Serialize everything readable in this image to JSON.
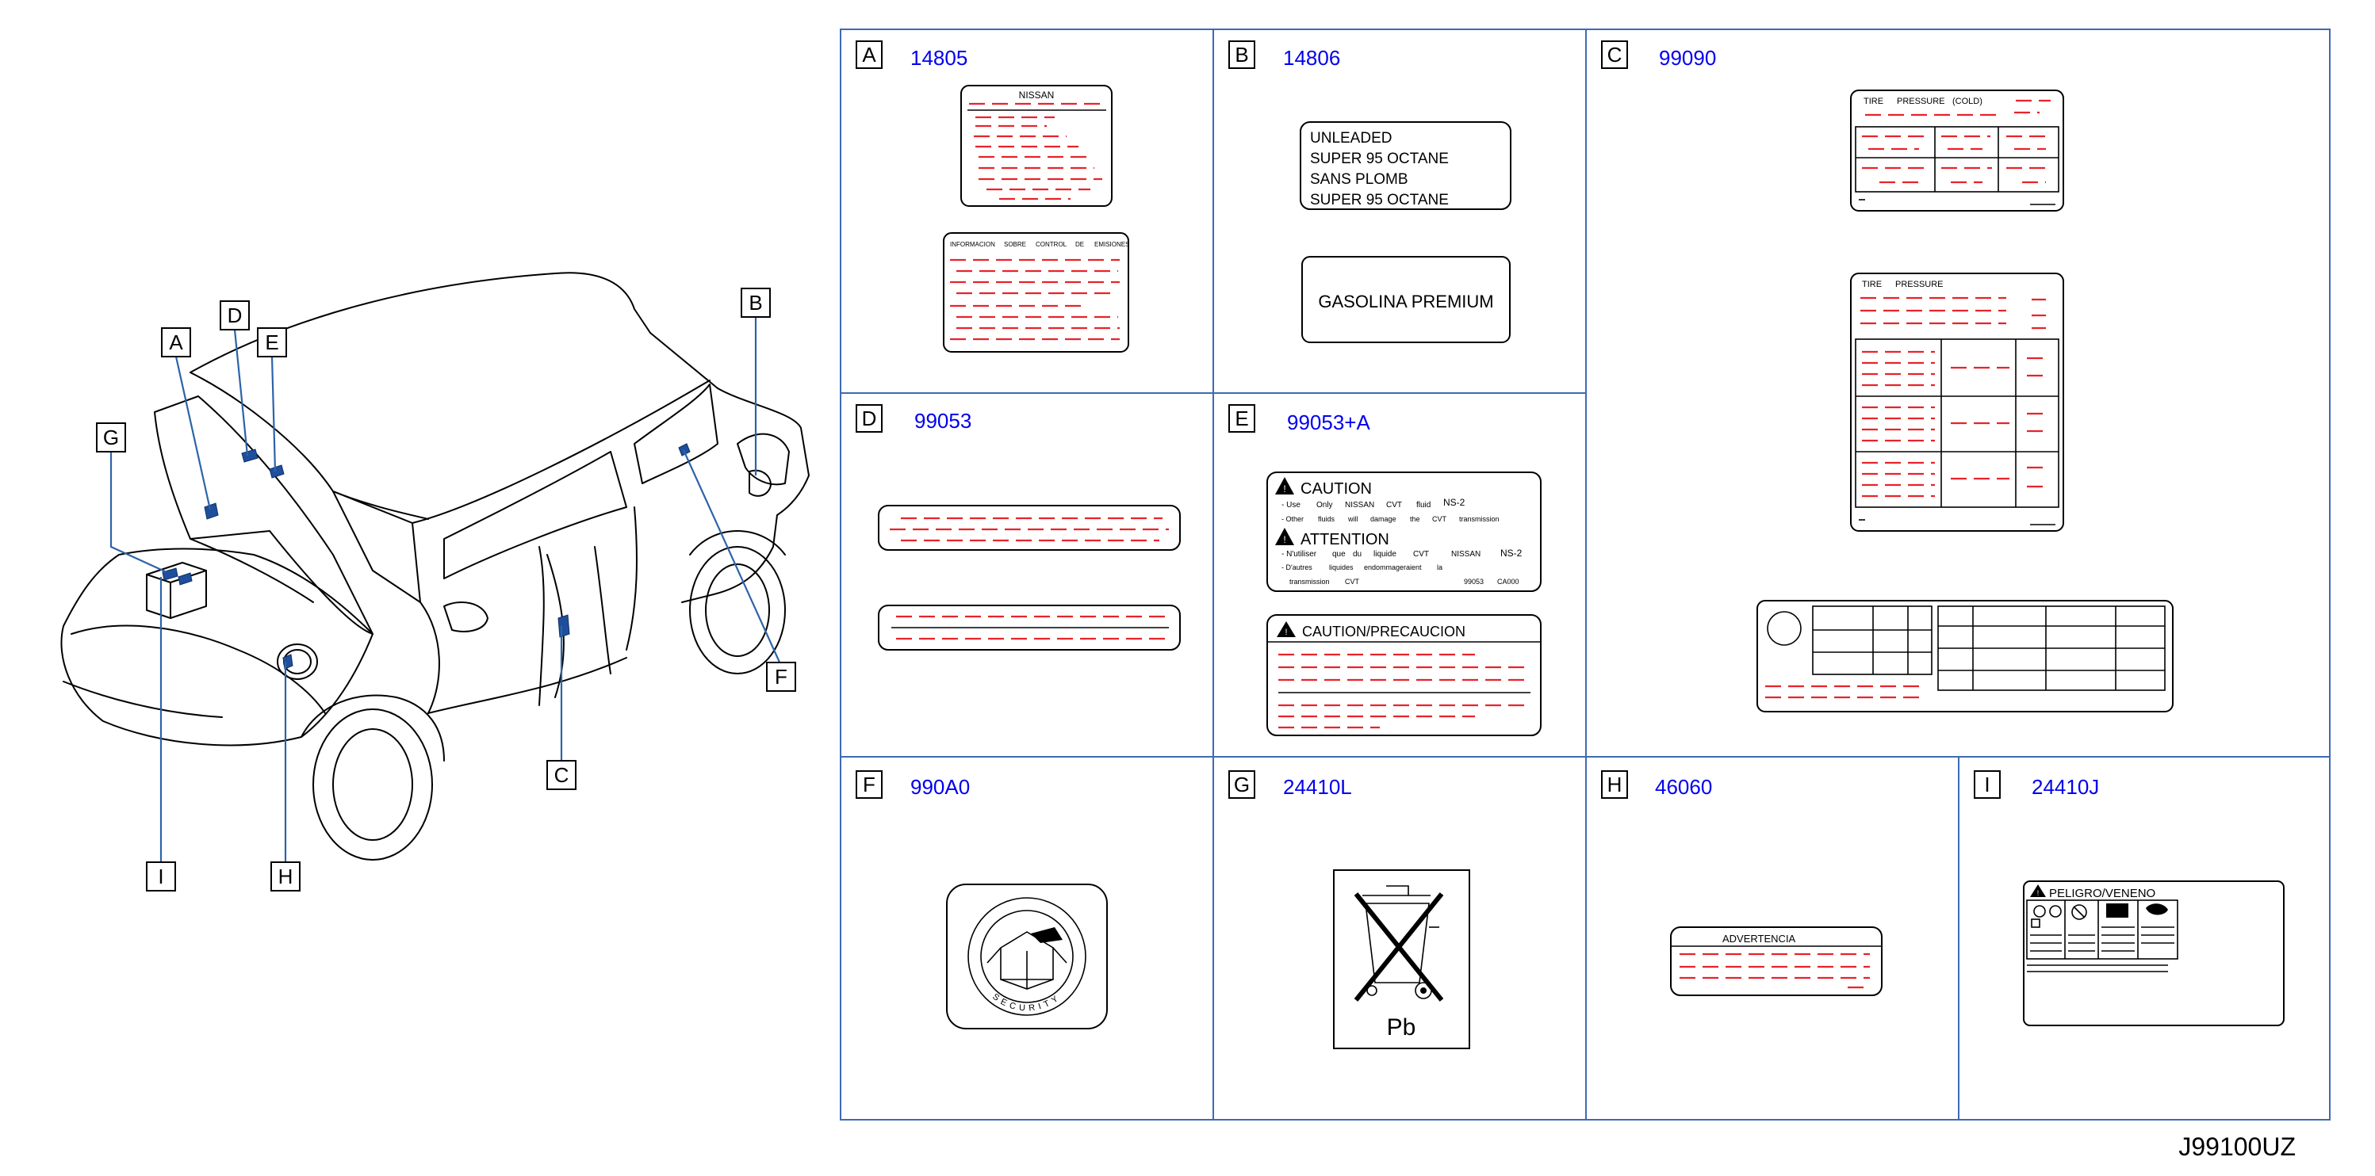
{
  "diagram": {
    "drawing_code": "J99100UZ",
    "callouts": [
      "A",
      "B",
      "C",
      "D",
      "E",
      "F",
      "G",
      "H",
      "I"
    ]
  },
  "cells": [
    {
      "letter": "A",
      "part": "14805"
    },
    {
      "letter": "B",
      "part": "14806"
    },
    {
      "letter": "C",
      "part": "99090"
    },
    {
      "letter": "D",
      "part": "99053"
    },
    {
      "letter": "E",
      "part": "99053+A"
    },
    {
      "letter": "F",
      "part": "990A0"
    },
    {
      "letter": "G",
      "part": "24410L"
    },
    {
      "letter": "H",
      "part": "46060"
    },
    {
      "letter": "I",
      "part": "24410J"
    }
  ],
  "labels": {
    "a_top_title": "NISSAN",
    "a_bottom_header": [
      "INFORMACION",
      "SOBRE",
      "CONTROL",
      "DE",
      "EMISIONES"
    ],
    "b_top_lines": [
      "UNLEADED",
      "SUPER   95   OCTANE",
      "SANS   PLOMB",
      "SUPER   95   OCTANE"
    ],
    "b_bottom_text": "GASOLINA   PREMIUM",
    "c_top_header": [
      "TIRE",
      "PRESSURE",
      "(COLD)"
    ],
    "c_mid_header": [
      "TIRE",
      "PRESSURE"
    ],
    "e_caution": "CAUTION",
    "e_caution_text": [
      "- Use",
      "Only",
      "NISSAN",
      "CVT",
      "fluid"
    ],
    "e_other_text": [
      "- Other",
      "fluids",
      "will",
      "damage",
      "the",
      "CVT",
      "transmission"
    ],
    "e_ns2": "NS-2",
    "e_attention": "ATTENTION",
    "e_attention_text": [
      "- N'utiliser",
      "que",
      "du",
      "liquide",
      "CVT",
      "NISSAN"
    ],
    "e_autres_text": [
      "- D'autres",
      "liquides",
      "endommageraient",
      "la"
    ],
    "e_trans_text": [
      "transmission",
      "CVT"
    ],
    "e_codes": [
      "99053",
      "CA000"
    ],
    "e_bottom_title": "CAUTION/PRECAUCION",
    "f_ring_text": "SECURITY",
    "g_pb": "Pb",
    "h_title": "ADVERTENCIA",
    "i_title": "PELIGRO/VENENO"
  },
  "colors": {
    "part_number": "#0000ee",
    "grid": "#3d6bb3",
    "red_lines": "#e8232a",
    "leader": "#2d63a8",
    "marker": "#1f4f9c"
  }
}
